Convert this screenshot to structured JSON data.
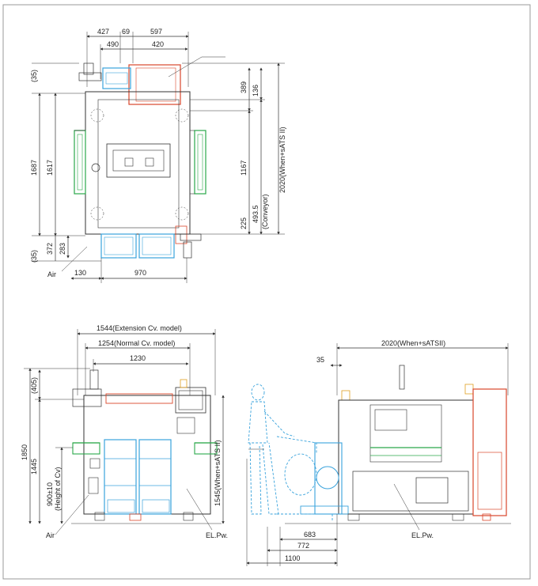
{
  "top_view": {
    "dims_top": [
      "427",
      "69",
      "597"
    ],
    "dims_second": [
      "490",
      "420"
    ],
    "left_dims": [
      "(35)",
      "1687",
      "1617",
      "372",
      "283",
      "(35)"
    ],
    "right_dims": [
      "389",
      "136",
      "1167",
      "225",
      "493.5",
      "(Conveyor)",
      "2020(When+sATS II)"
    ],
    "bottom_dims": [
      "130",
      "970"
    ],
    "air_label": "Air"
  },
  "front_view": {
    "dim_extension": "1544(Extension Cv. model)",
    "dim_normal": "1254(Normal Cv. model)",
    "dim_1230": "1230",
    "left_dims": [
      "(405)",
      "1850",
      "1445",
      "900±10",
      "(Height of Cv)"
    ],
    "right_dim": "1545(When+sATS II)",
    "air_label": "Air",
    "elpw_label": "EL.Pw."
  },
  "side_view": {
    "dim_top": "2020(When+sATSII)",
    "dim_35": "35",
    "dims_bottom": [
      "683",
      "772",
      "1100"
    ],
    "elpw_label": "EL.Pw."
  },
  "colors": {
    "blue": "#3aa3dc",
    "green": "#2aa84a",
    "red": "#d9462b",
    "line": "#333333"
  }
}
